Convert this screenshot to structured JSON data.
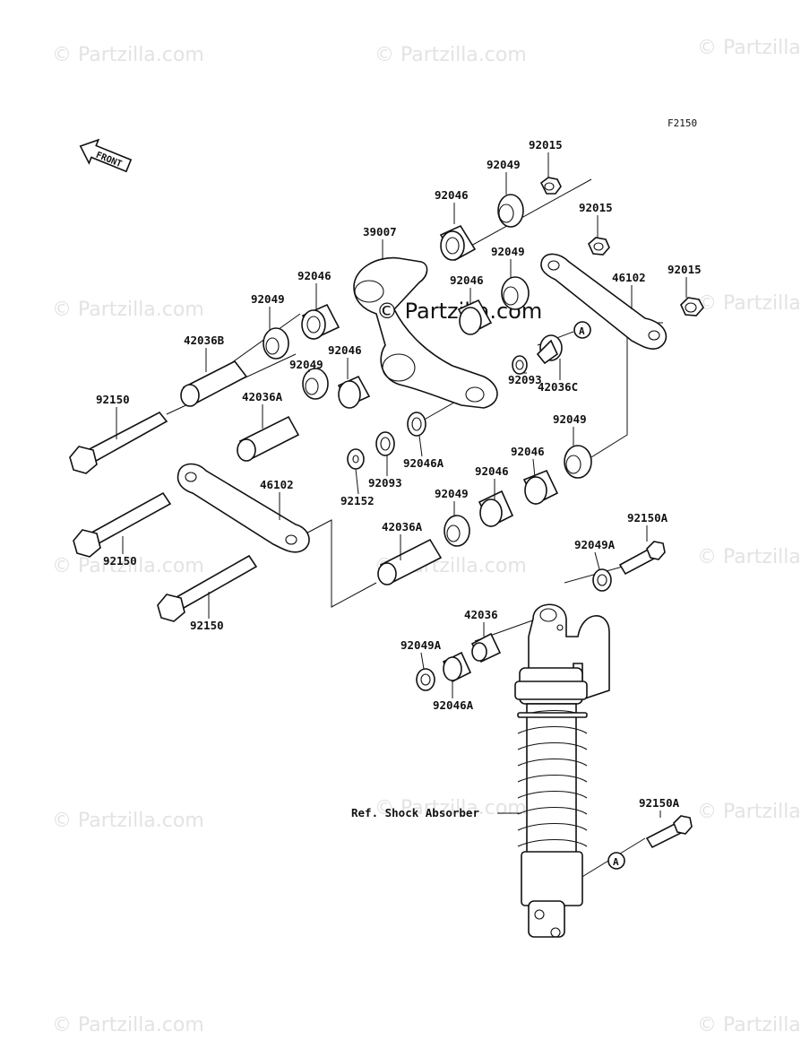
{
  "figure_code": "F2150",
  "front_label": "FRONT",
  "watermarks": [
    "© Partzilla.com",
    "© Partzilla.com",
    "© Partzilla.com",
    "© Partzilla.com",
    "© Partzilla.com",
    "© Partzilla.com",
    "© Partzilla.com",
    "© Partzilla.com",
    "© Partzilla.com",
    "© Partzilla.com",
    "© Partzilla.com",
    "© Partzilla.com",
    "© Partzilla.com"
  ],
  "center_watermark": "© Partzilla.com",
  "ref_label": "Ref. Shock Absorber",
  "callout": "A",
  "parts": [
    "92015",
    "92049",
    "92015",
    "92046",
    "39007",
    "92049",
    "92015",
    "46102",
    "92046",
    "92046",
    "92049",
    "42036B",
    "92046",
    "92049",
    "42036C",
    "92093",
    "92150",
    "42036A",
    "92049",
    "92046A",
    "92093",
    "92152",
    "92046",
    "46102",
    "92046",
    "92049",
    "42036A",
    "92150A",
    "92150",
    "92049A",
    "92150",
    "42036",
    "92049A",
    "92046A",
    "92150A"
  ]
}
